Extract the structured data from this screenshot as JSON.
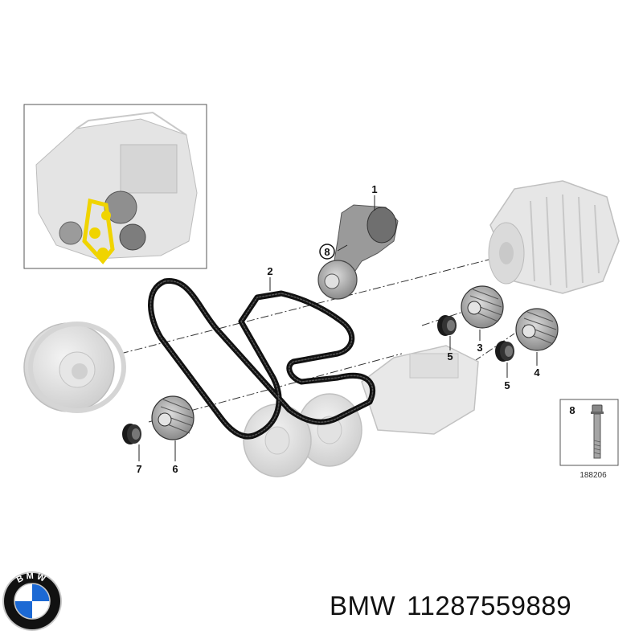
{
  "diagram": {
    "callouts": {
      "c1": "1",
      "c2": "2",
      "c3": "3",
      "c4": "4",
      "c5a": "5",
      "c5b": "5",
      "c6": "6",
      "c7": "7",
      "c8_ring": "8",
      "c8_box": "8"
    },
    "reference_number": "188206"
  },
  "logo": {
    "letters": "BMW",
    "colors": {
      "blue": "#1c69d4",
      "ring": "#111111",
      "silver": "#c8c8c8"
    }
  },
  "caption": {
    "brand": "BMW",
    "part_number": "11287559889"
  }
}
